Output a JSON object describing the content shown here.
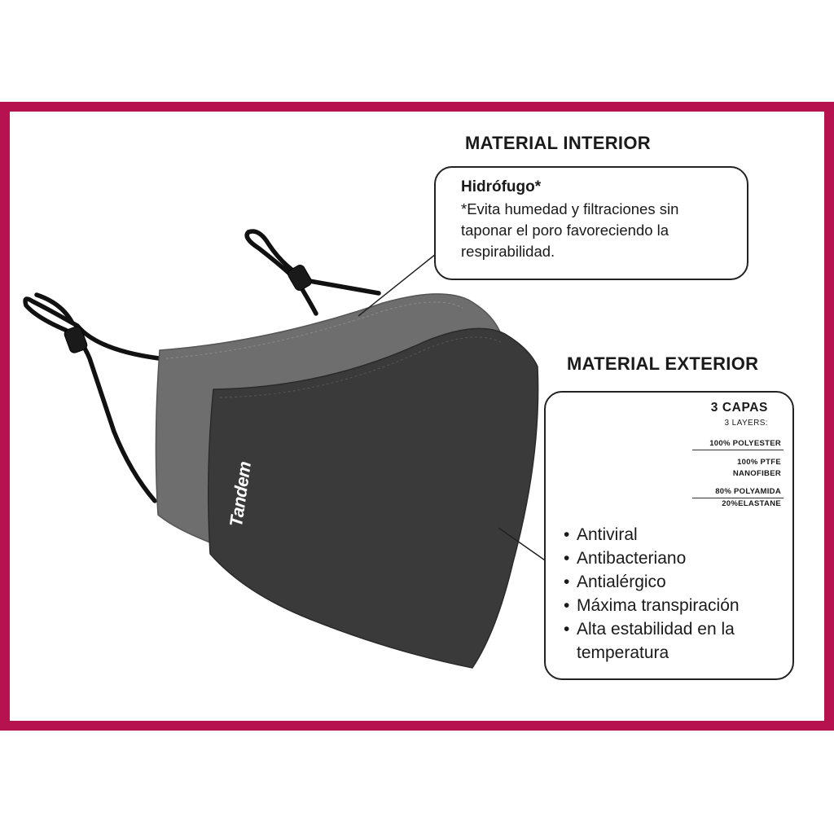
{
  "colors": {
    "frame": "#b5124f",
    "mask_outer": "#3a3a3a",
    "mask_inner": "#6e6e6e",
    "text": "#1a1a1a"
  },
  "brand_logo": "Tandem",
  "interior": {
    "heading": "MATERIAL INTERIOR",
    "title": "Hidrófugo*",
    "description": "*Evita humedad y filtraciones sin taponar el poro favoreciendo la respirabilidad."
  },
  "exterior": {
    "heading": "MATERIAL EXTERIOR",
    "layers_title": "3 CAPAS",
    "layers_subtitle": "3 LAYERS:",
    "layer_1": "100% POLYESTER",
    "layer_2a": "100% PTFE",
    "layer_2b": "NANOFIBER",
    "layer_3a": "80% POLYAMIDA",
    "layer_3b": "20%ELASTANE",
    "features": [
      "Antiviral",
      "Antibacteriano",
      "Antialérgico",
      "Máxima transpiración",
      "Alta estabilidad en la temperatura"
    ]
  }
}
